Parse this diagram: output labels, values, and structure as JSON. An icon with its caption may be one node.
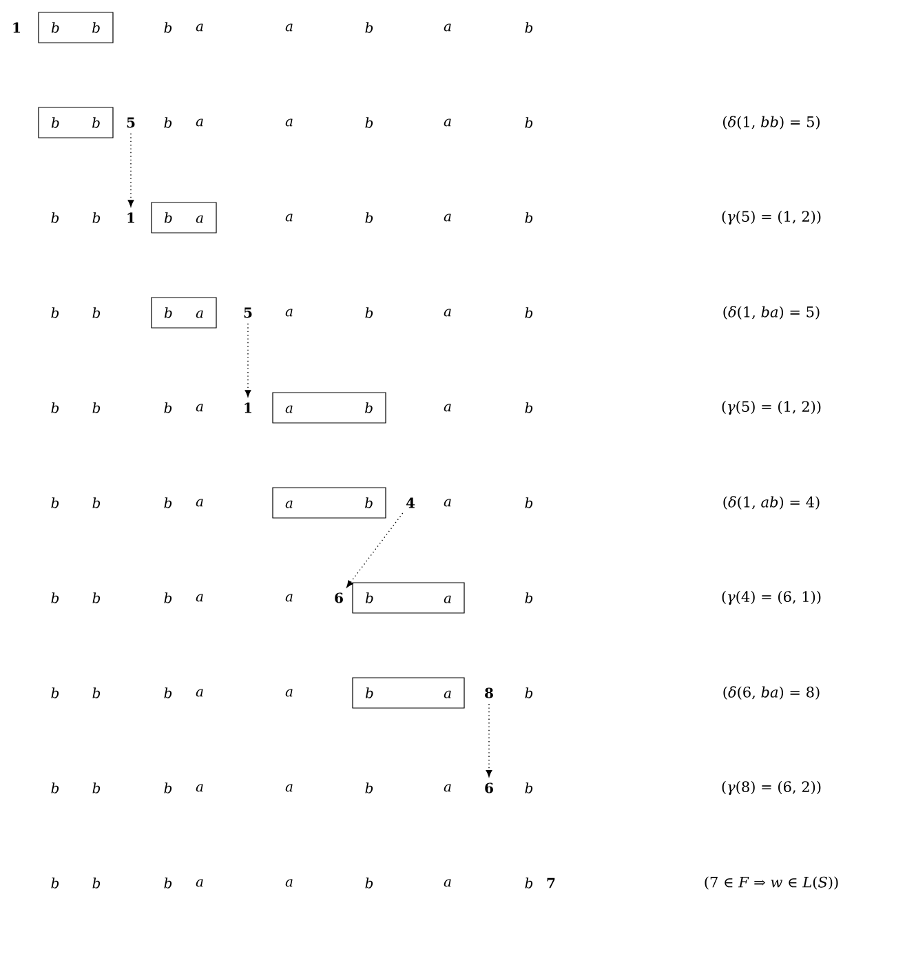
{
  "diagram": {
    "nodes": [
      {
        "text": [
          "1"
        ]
      },
      {
        "text": [
          "b",
          "b"
        ]
      },
      {
        "text": [
          "b",
          "b"
        ]
      },
      {
        "text": [
          "5"
        ]
      },
      {
        "text": [
          "1"
        ]
      },
      {
        "text": [
          "b",
          "a"
        ]
      },
      {
        "text": [
          "b",
          "a"
        ]
      },
      {
        "text": [
          "5"
        ]
      },
      {
        "text": [
          "1"
        ]
      },
      {
        "text": [
          "a",
          "b"
        ]
      },
      {
        "text": [
          "a",
          "b"
        ]
      },
      {
        "text": [
          "4"
        ]
      },
      {
        "text": [
          "6"
        ]
      },
      {
        "text": [
          "b",
          "a"
        ]
      },
      {
        "text": [
          "b",
          "a"
        ]
      },
      {
        "text": [
          "8"
        ]
      },
      {
        "text": [
          "6"
        ]
      },
      {
        "text": [
          "7"
        ]
      }
    ],
    "edges": [
      {
        "from": 3,
        "to": 4,
        "arrow": "to",
        "style": "dashed"
      },
      {
        "from": 7,
        "to": 8,
        "arrow": "to",
        "style": "dashed"
      },
      {
        "from": 11,
        "to": 12,
        "arrow": "to",
        "style": "dashed"
      },
      {
        "from": 15,
        "to": 16,
        "arrow": "to",
        "style": "dashed"
      }
    ],
    "labels": [
      "b",
      "a",
      "a",
      "b",
      "a",
      "b",
      "b",
      "a",
      "a",
      "b",
      "a",
      "b",
      "(*δ*(1, *bb*) = 5)",
      "b",
      "b",
      "a",
      "b",
      "a",
      "b",
      "(*γ*(5) = (1, 2))",
      "b",
      "b",
      "a",
      "b",
      "a",
      "b",
      "(*δ*(1, *ba*) = 5)",
      "b",
      "b",
      "b",
      "a",
      "a",
      "b",
      "(*γ*(5) = (1, 2))",
      "b",
      "b",
      "b",
      "a",
      "a",
      "b",
      "(*δ*(1, *ab*) = 4)",
      "b",
      "b",
      "b",
      "a",
      "a",
      "b",
      "(*γ*(4) = (6, 1))",
      "b",
      "b",
      "b",
      "a",
      "a",
      "b",
      "(*δ*(6, *ba*) = 8)",
      "b",
      "b",
      "b",
      "a",
      "a",
      "b",
      "a",
      "b",
      "(*γ*(8) = (6, 2))",
      "b",
      "b",
      "b",
      "a",
      "a",
      "b",
      "a",
      "b",
      "(7 ∈ *F* ⇒ *w* ∈ *L*(*S*))"
    ]
  }
}
